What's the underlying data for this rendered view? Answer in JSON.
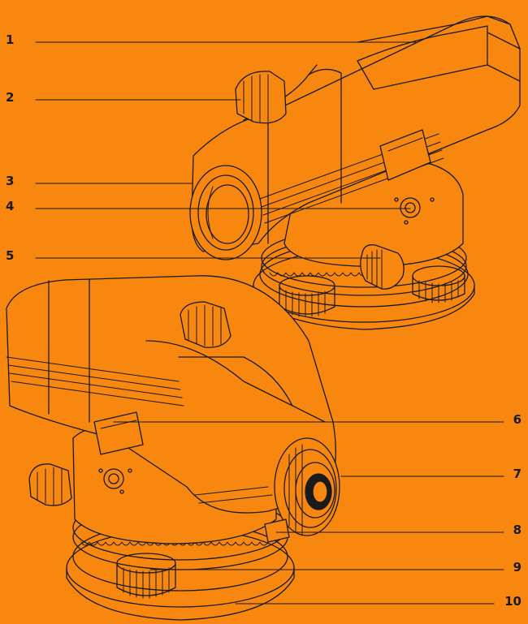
{
  "colors": {
    "background": "#F7870F",
    "line": "#1a1a1a",
    "body": "#F7870F"
  },
  "callouts": {
    "n1": "1",
    "n2": "2",
    "n3": "3",
    "n4": "4",
    "n5": "5",
    "n6": "6",
    "n7": "7",
    "n8": "8",
    "n9": "9",
    "n10": "10"
  }
}
